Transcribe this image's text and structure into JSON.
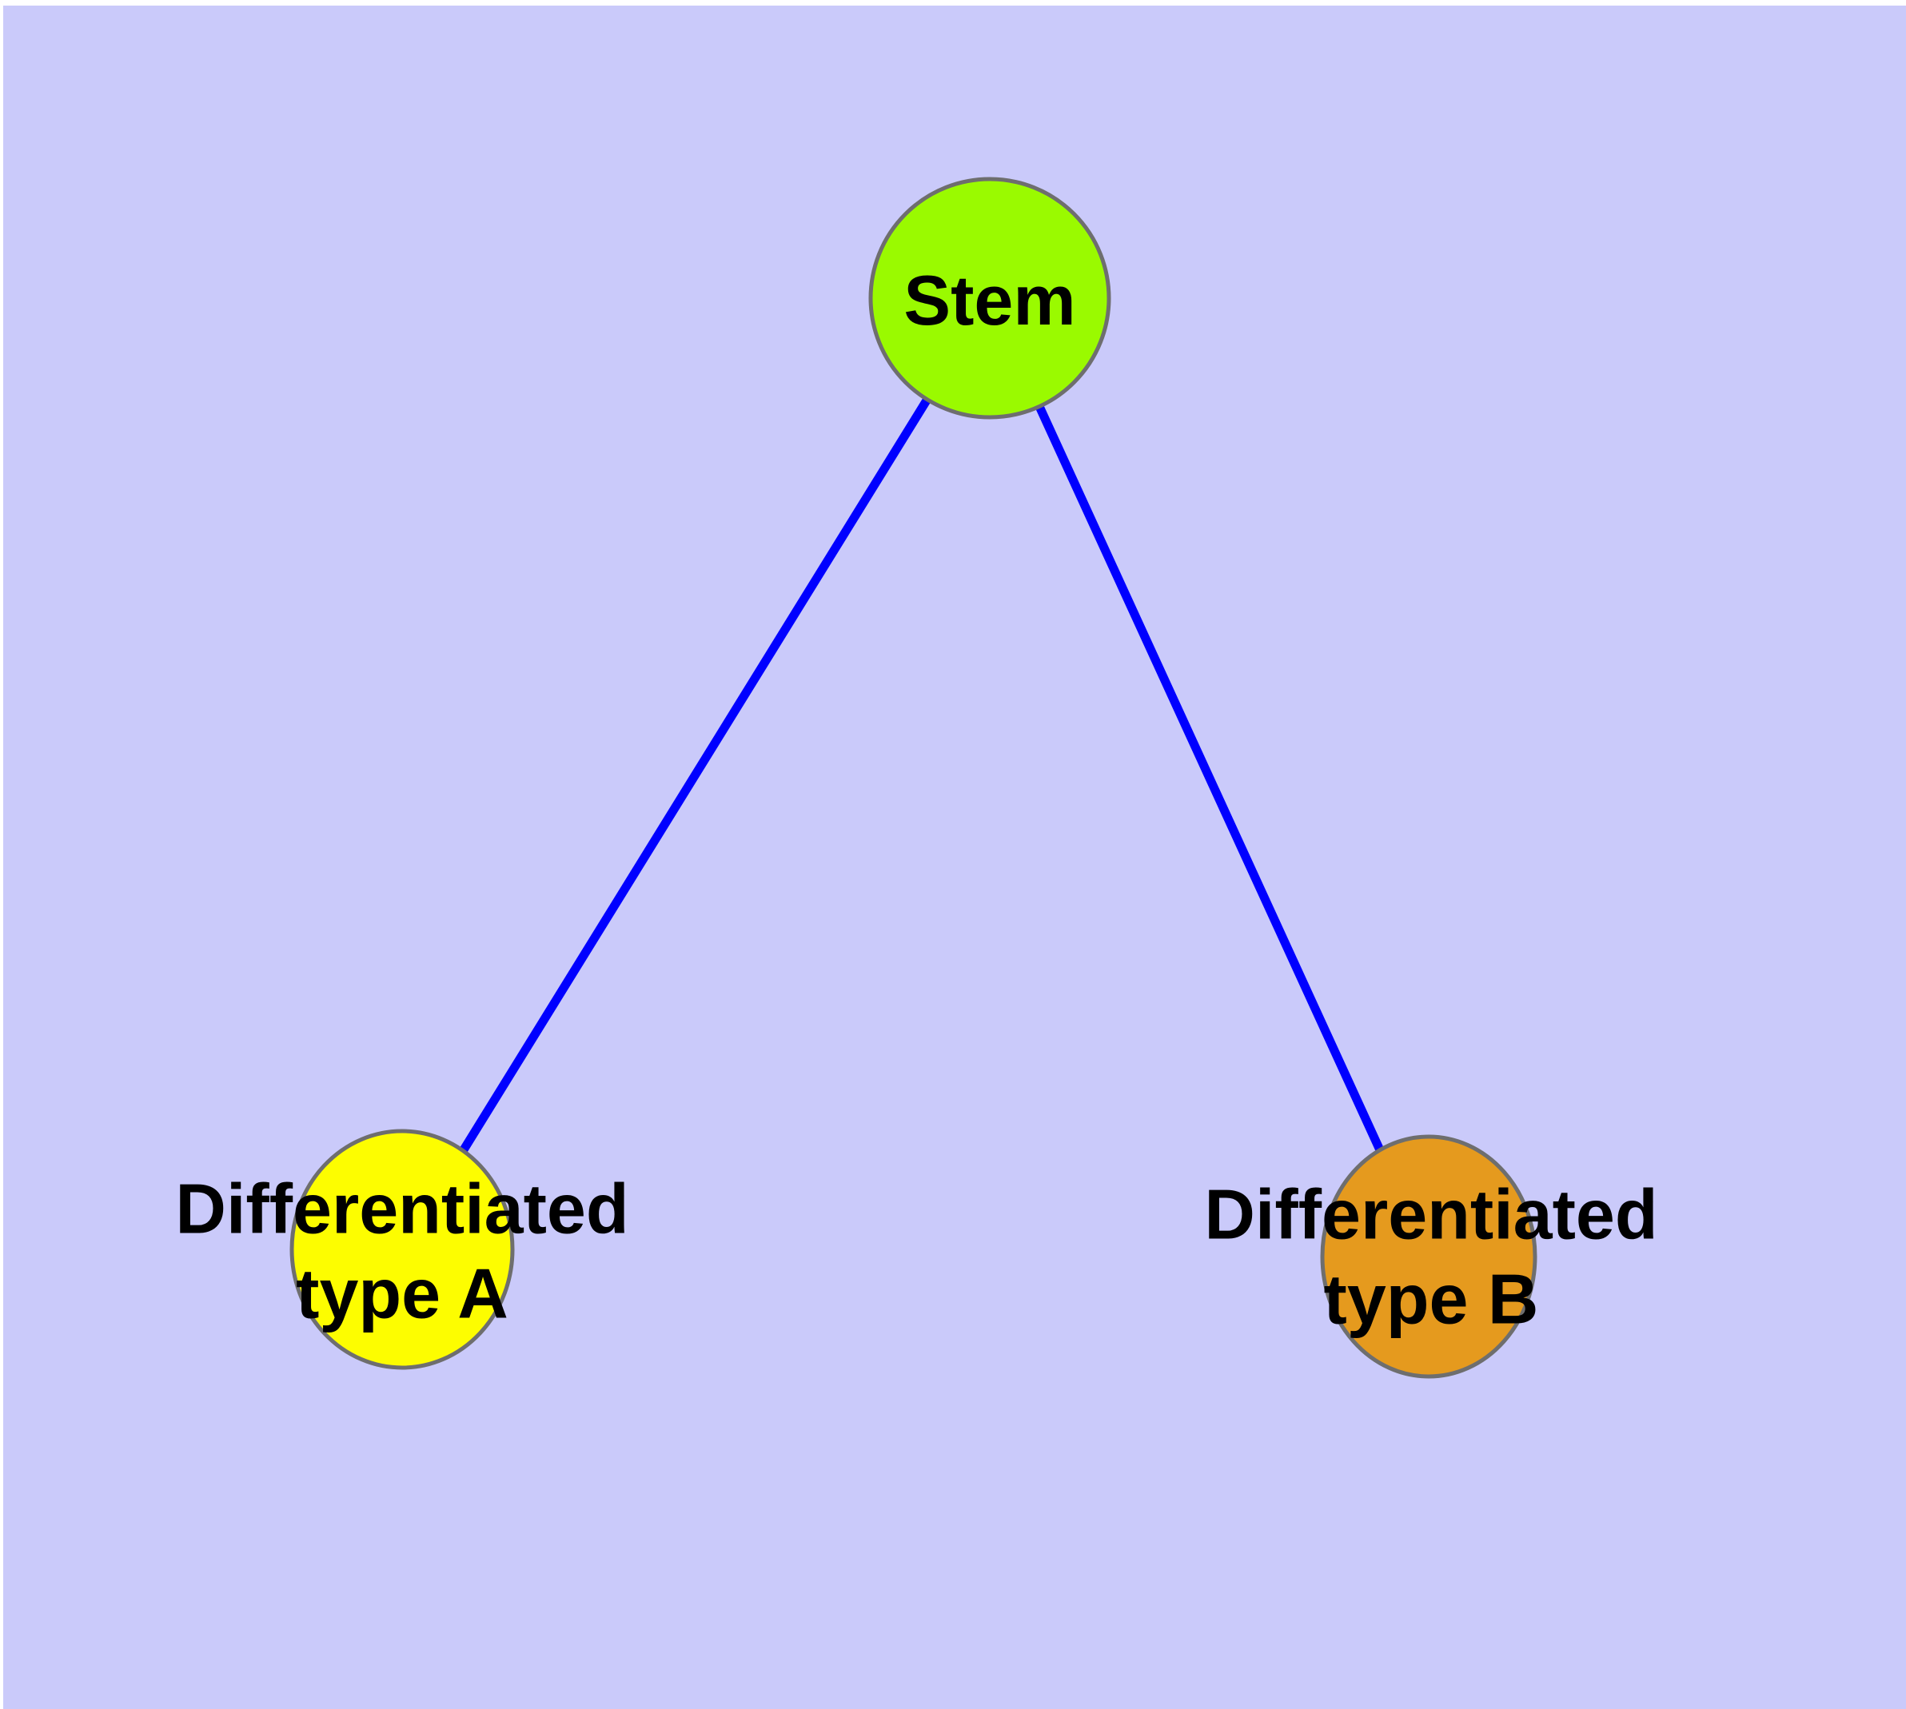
{
  "page": {
    "background_color": "#FFFFFF",
    "panel_color": "#CACAFA",
    "text_color": "#000000"
  },
  "graph": {
    "type": "undirected-node-link-diagram",
    "nodes": [
      {
        "id": "stem",
        "label": "Stem",
        "fill_color": "#9AFA00",
        "border_color": "#6E6E6E"
      },
      {
        "id": "differentiated-type-a",
        "label": "Differentiated\ntype A",
        "fill_color": "#FDFD00",
        "border_color": "#6E6E6E"
      },
      {
        "id": "differentiated-type-b",
        "label": "Differentiated\ntype B",
        "fill_color": "#E59A1E",
        "border_color": "#6E6E6E"
      }
    ],
    "edges": [
      {
        "from": "Stem",
        "to": "Differentiated type A",
        "color": "#0000FF"
      },
      {
        "from": "Stem",
        "to": "Differentiated type B",
        "color": "#0000FF"
      }
    ]
  }
}
